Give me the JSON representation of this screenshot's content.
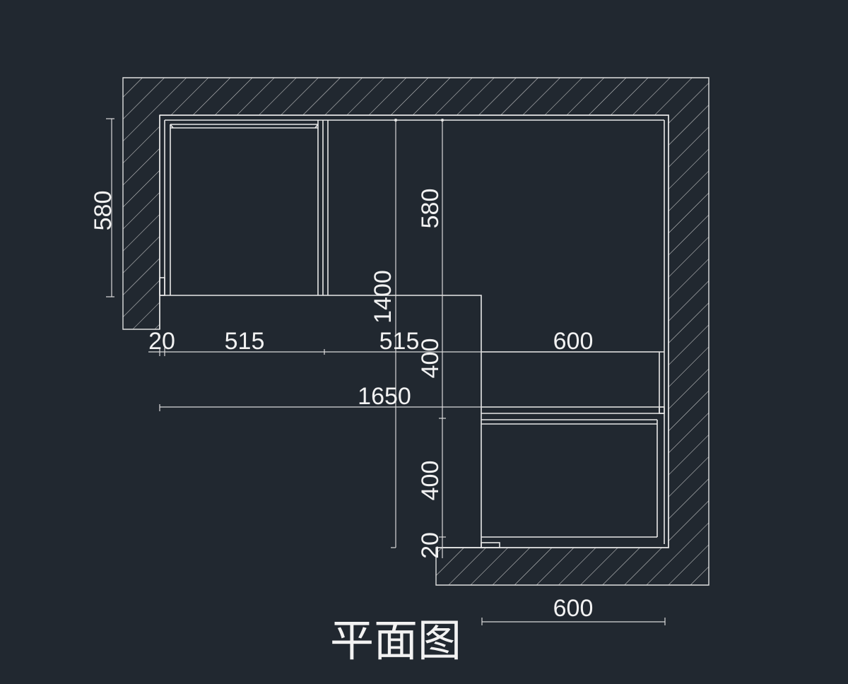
{
  "drawing": {
    "title": "平面图",
    "dimensions": {
      "left_580": "580",
      "mid_580": "580",
      "mid_1400": "1400",
      "top_20": "20",
      "top_515_a": "515",
      "top_515_b": "515",
      "top_600": "600",
      "mid_400_upper": "400",
      "total_1650": "1650",
      "mid_400_lower": "400",
      "bottom_20": "20",
      "bottom_600": "600"
    }
  },
  "colors": {
    "background": "#212830",
    "line": "#e8e8e8"
  }
}
